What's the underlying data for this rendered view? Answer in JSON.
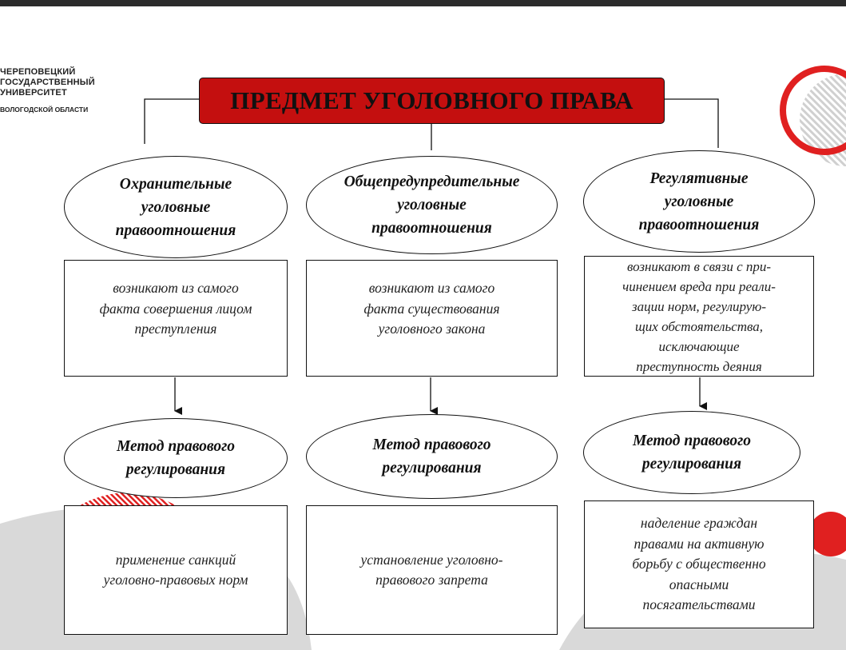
{
  "logo": {
    "lines": [
      "ЧЕРЕПОВЕЦКИЙ",
      "ГОСУДАРСТВЕННЫЙ",
      "УНИВЕРСИТЕТ"
    ],
    "region": "ВОЛОГОДСКОЙ ОБЛАСТИ"
  },
  "title": "ПРЕДМЕТ УГОЛОВНОГО ПРАВА",
  "colors": {
    "accent": "#c40f0f",
    "decor_red": "#e02020",
    "decor_gray": "#d9d9d9"
  },
  "columns": [
    {
      "heading": [
        "Охранительные",
        "уголовные",
        "правоотношения"
      ],
      "description": [
        "возникают из самого",
        "факта совершения лицом",
        "преступления"
      ],
      "method_heading": [
        "Метод правового",
        "регулирования"
      ],
      "method": [
        "применение санкций",
        "уголовно-правовых норм"
      ]
    },
    {
      "heading": [
        "Общепредупредительные",
        "уголовные",
        "правоотношения"
      ],
      "description": [
        "возникают из самого",
        "факта существования",
        "уголовного закона"
      ],
      "method_heading": [
        "Метод правового",
        "регулирования"
      ],
      "method": [
        "установление уголовно-",
        "правового запрета"
      ]
    },
    {
      "heading": [
        "Регулятивные",
        "уголовные",
        "правоотношения"
      ],
      "description": [
        "возникают в связи с при-",
        "чинением вреда при реали-",
        "зации норм, регулирую-",
        "щих обстоятельства,",
        "исключающие",
        "преступность деяния"
      ],
      "method_heading": [
        "Метод правового",
        "регулирования"
      ],
      "method": [
        "наделение граждан",
        "правами на активную",
        "борьбу с общественно",
        "опасными",
        "посягательствами"
      ]
    }
  ]
}
